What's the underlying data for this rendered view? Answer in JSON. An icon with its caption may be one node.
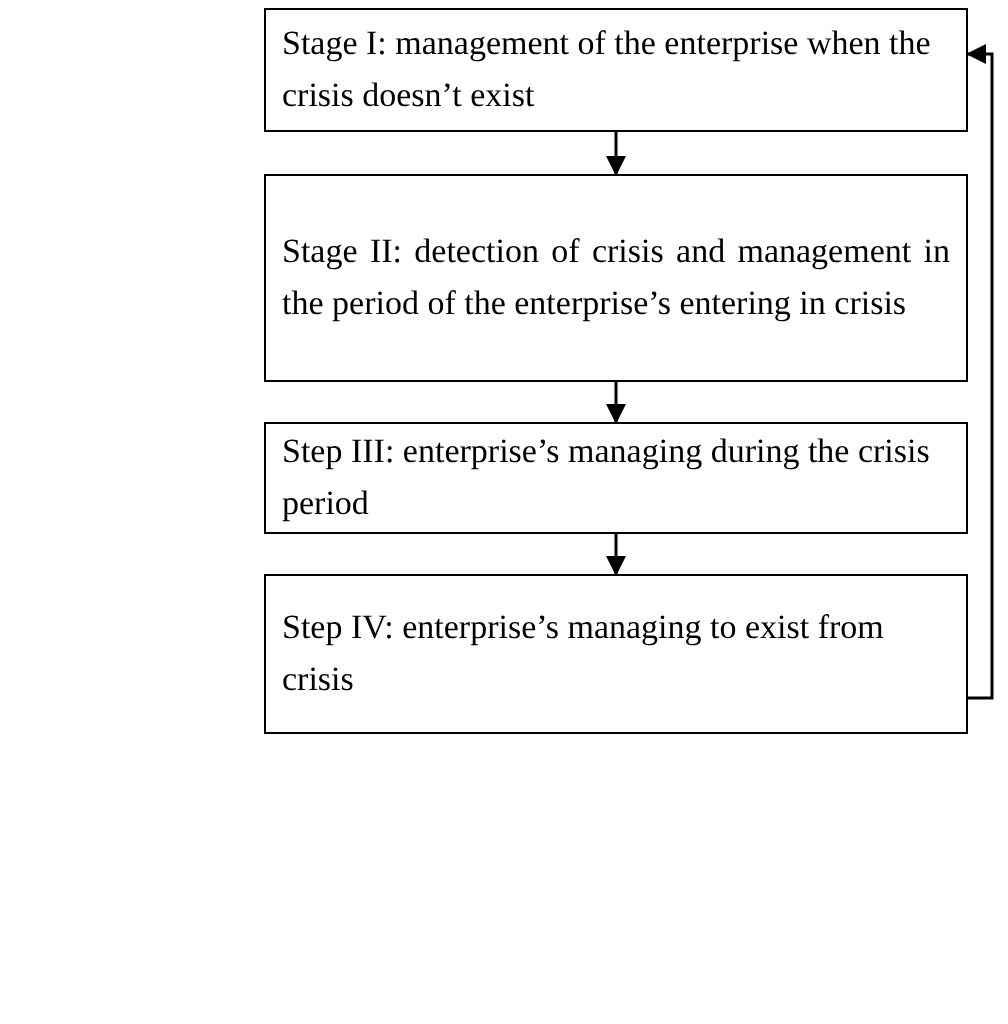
{
  "diagram": {
    "nodes": [
      {
        "text": [
          "Stage I: management of the enterprise when the crisis doesn’t exist"
        ]
      },
      {
        "text": [
          "Stage II: detection of crisis and management in the period of the enterprise’s entering in crisis"
        ]
      },
      {
        "text": [
          "Step III: enterprise’s managing during the crisis period"
        ]
      },
      {
        "text": [
          "Step IV: enterprise’s managing to exist from crisis"
        ]
      }
    ],
    "edges": [
      {
        "from": 0,
        "to": 1,
        "arrow": "to"
      },
      {
        "from": 1,
        "to": 2,
        "arrow": "to"
      },
      {
        "from": 2,
        "to": 3,
        "arrow": "to"
      },
      {
        "from": 3,
        "to": 0,
        "arrow": "to"
      }
    ]
  }
}
